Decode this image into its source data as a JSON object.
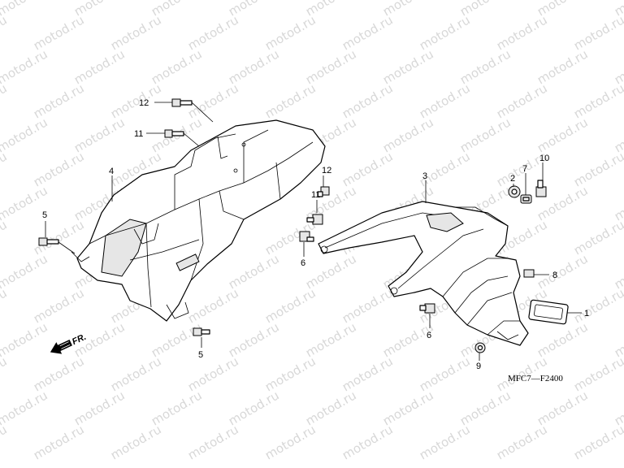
{
  "watermark": "motod.ru",
  "figure_code": "MFC7—F2400",
  "front_arrow_label": "FR.",
  "callouts": {
    "c1": "1",
    "c2": "2",
    "c3": "3",
    "c4": "4",
    "c5a": "5",
    "c5b": "5",
    "c6a": "6",
    "c6b": "6",
    "c7": "7",
    "c8": "8",
    "c9": "9",
    "c10": "10",
    "c11a": "11",
    "c11b": "11",
    "c12a": "12",
    "c12b": "12"
  },
  "colors": {
    "line": "#000000",
    "watermark": "#d8d8d8",
    "background": "#ffffff"
  }
}
